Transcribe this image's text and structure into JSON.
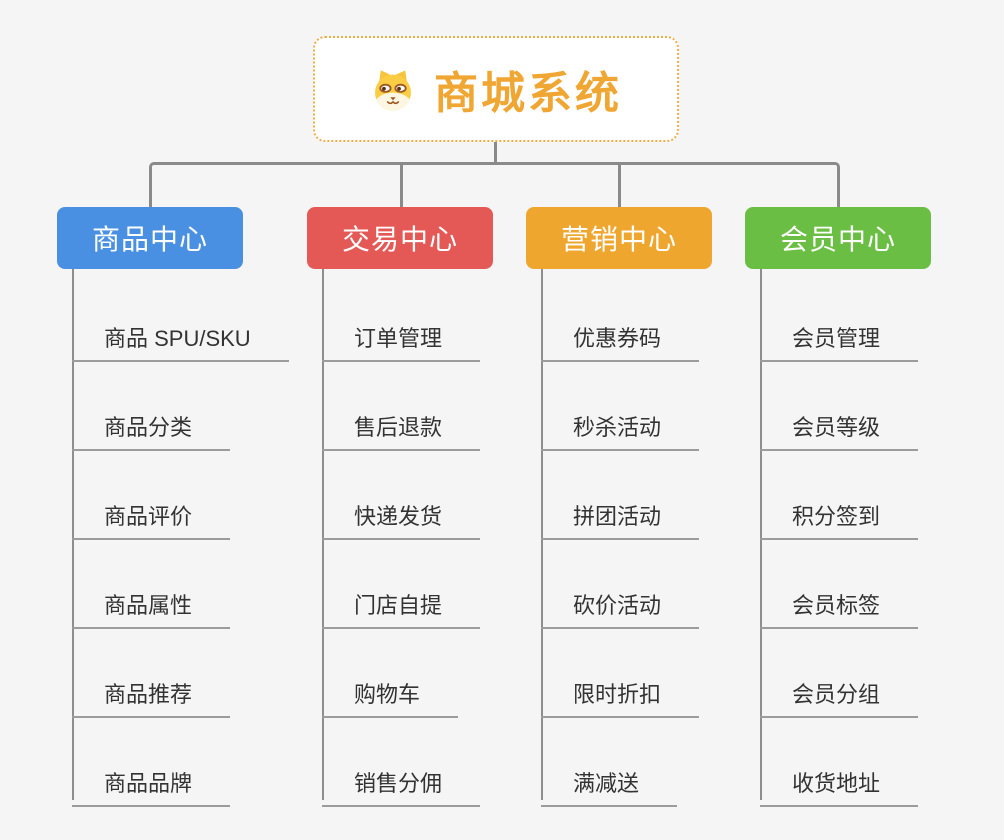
{
  "background_color": "#f5f5f5",
  "connector_color": "#8a8a8a",
  "root": {
    "title": "商城系统",
    "icon": "dog-face-icon",
    "text_color": "#f0a632",
    "border_color": "#f3ab45",
    "background": "#ffffff"
  },
  "branches": [
    {
      "id": "product-center",
      "label": "商品中心",
      "color": "#4a90e2",
      "children": [
        "商品 SPU/SKU",
        "商品分类",
        "商品评价",
        "商品属性",
        "商品推荐",
        "商品品牌"
      ]
    },
    {
      "id": "trade-center",
      "label": "交易中心",
      "color": "#e45956",
      "children": [
        "订单管理",
        "售后退款",
        "快递发货",
        "门店自提",
        "购物车",
        "销售分佣"
      ]
    },
    {
      "id": "marketing-center",
      "label": "营销中心",
      "color": "#efa62f",
      "children": [
        "优惠券码",
        "秒杀活动",
        "拼团活动",
        "砍价活动",
        "限时折扣",
        "满减送"
      ]
    },
    {
      "id": "member-center",
      "label": "会员中心",
      "color": "#6bbe44",
      "children": [
        "会员管理",
        "会员等级",
        "积分签到",
        "会员标签",
        "会员分组",
        "收货地址"
      ]
    }
  ]
}
